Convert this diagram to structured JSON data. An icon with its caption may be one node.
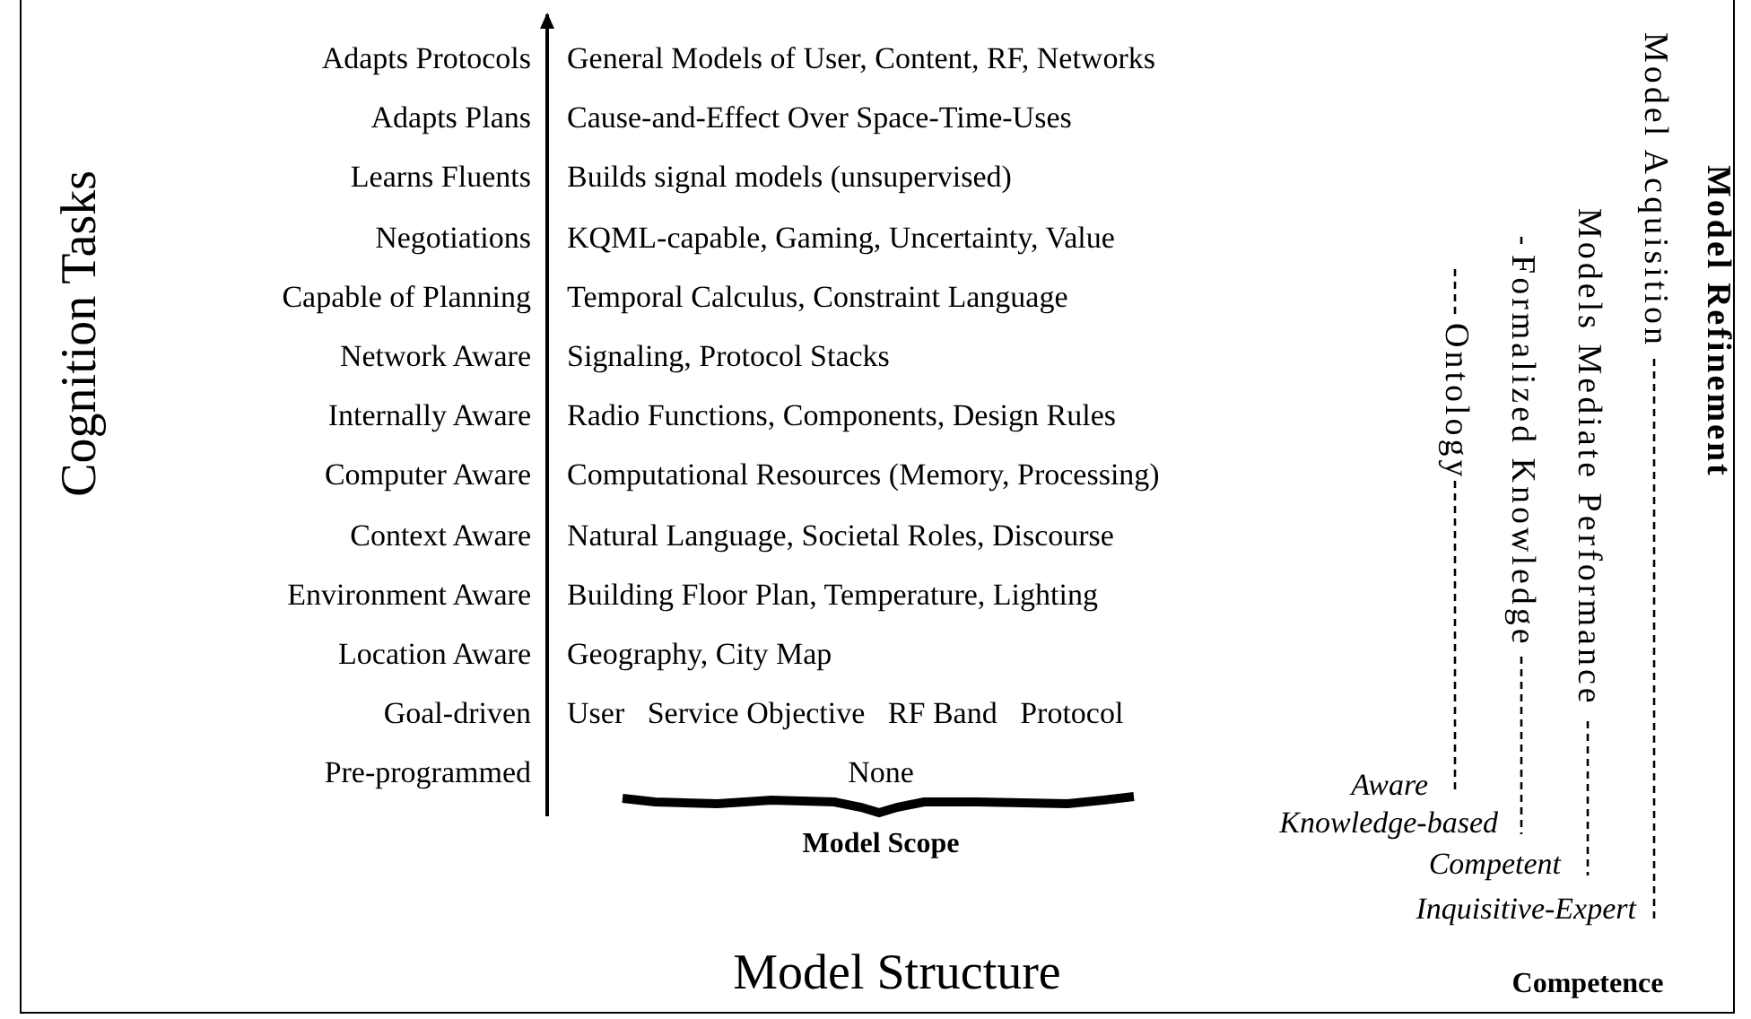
{
  "diagram": {
    "labels": [
      "Adapts Protocols",
      "General Models of User, Content, RF, Networks",
      "Adapts Plans",
      "Cause-and-Effect Over Space-Time-Uses",
      "Learns Fluents",
      "Builds signal models (unsupervised)",
      "Negotiations",
      "KQML-capable, Gaming, Uncertainty, Value",
      "Capable of Planning",
      "Temporal Calculus, Constraint Language",
      "Network Aware",
      "Signaling, Protocol Stacks",
      "Internally Aware",
      "Radio Functions, Components, Design Rules",
      "Computer Aware",
      "Computational Resources (Memory, Processing)",
      "Context Aware",
      "Natural Language, Societal Roles, Discourse",
      "Environment Aware",
      "Building Floor Plan, Temperature, Lighting",
      "Location Aware",
      "Geography, City Map",
      "Goal-driven",
      "User   Service Objective   RF Band   Protocol",
      "Pre-programmed",
      "None",
      "Cognition Tasks",
      "Model Scope",
      "Ontology",
      "Formalized Knowledge",
      "Models Mediate Performance",
      "Model Acquisition",
      "Model Refinement",
      "Aware",
      "Knowledge-based",
      "Competent",
      "Inquisitive-Expert",
      "Model Structure",
      "Competence"
    ]
  }
}
